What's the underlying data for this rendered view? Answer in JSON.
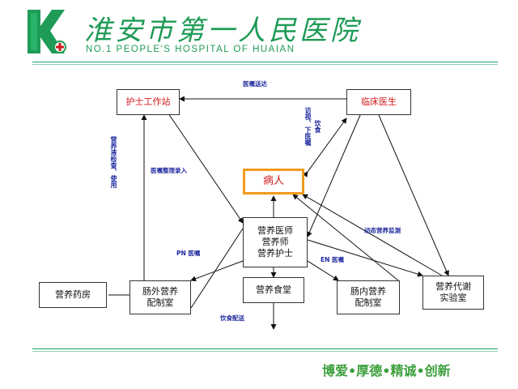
{
  "header": {
    "title_cn": "淮安市第一人民医院",
    "title_en": "NO.1 PEOPLE'S HOSPITAL OF HUAIAN",
    "brand_green": "#1e9b56"
  },
  "boxes": {
    "nurse_station": "护士工作站",
    "clinician": "临床医生",
    "patient": "病人",
    "nutrition_team": "营养医师\n营养师\n营养护士",
    "pharmacy": "营养药房",
    "pn_room": "肠外营养\n配制室",
    "canteen": "营养食堂",
    "en_room": "肠内营养\n配制室",
    "lab": "营养代谢\n实验室"
  },
  "labels": {
    "order_send": "医嘱送达",
    "visit": "访视、下医嘱",
    "visit_2": "饮食",
    "order_entry": "医嘱整理录入",
    "nutrition_check": "营养液检查、使用",
    "monitoring": "动态营养监测",
    "pn_order": "PN 医嘱",
    "en_order": "EN 医嘱",
    "diet_delivery": "饮食配送"
  },
  "footer": {
    "slogan": "博爱•厚德•精诚•创新"
  },
  "colors": {
    "accent_red": "#d21a1a",
    "patient_border": "#f39a1c",
    "label_blue": "#1f2a9e",
    "rule_green": "#19a463"
  }
}
